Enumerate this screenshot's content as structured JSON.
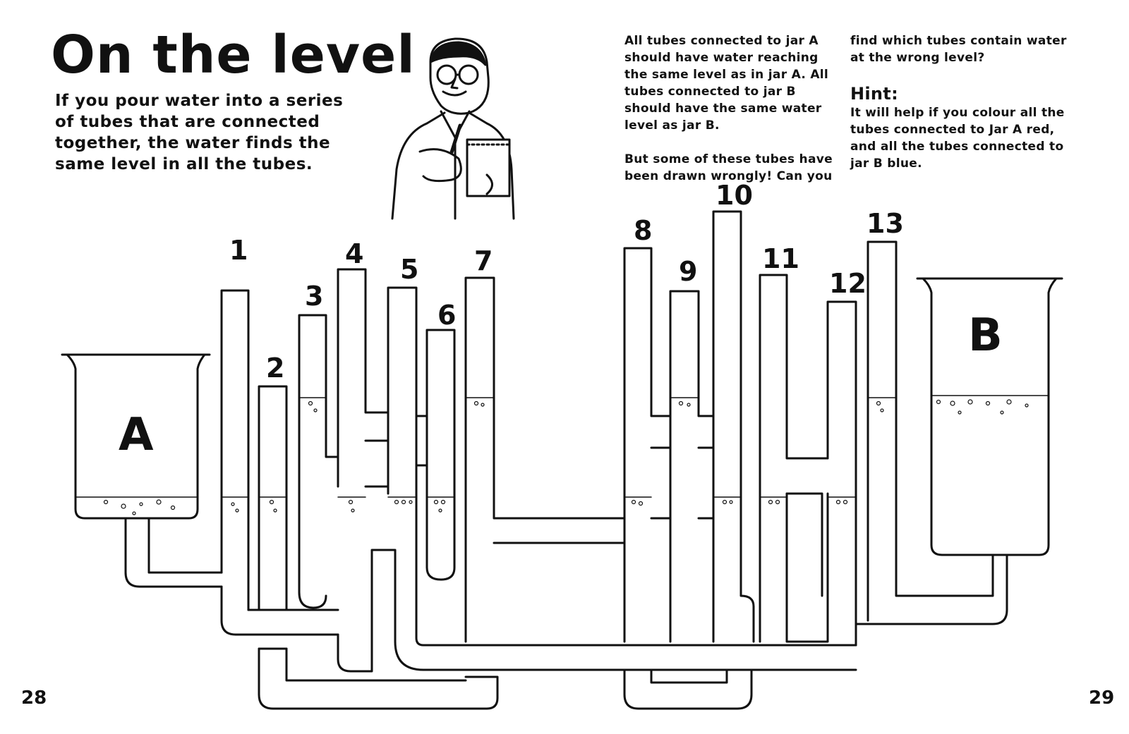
{
  "title": "On the level",
  "intro": "If you pour water into a series of tubes that are connected together, the water finds the same level in all the tubes.",
  "instructions": {
    "para1": "All tubes connected to jar A should have water reaching the same level as in jar A. All tubes connected to jar B should have the same water level as jar B.",
    "para2": "But some of these tubes have been drawn wrongly! Can you",
    "para3": "find which tubes contain water at the wrong level?",
    "hint_heading": "Hint:",
    "hint_text": "It will help if you colour all the tubes connected to Jar A red, and all the tubes connected to jar B blue."
  },
  "jars": {
    "a_label": "A",
    "b_label": "B"
  },
  "tubes": [
    {
      "label": "1"
    },
    {
      "label": "2"
    },
    {
      "label": "3"
    },
    {
      "label": "4"
    },
    {
      "label": "5"
    },
    {
      "label": "6"
    },
    {
      "label": "7"
    },
    {
      "label": "8"
    },
    {
      "label": "9"
    },
    {
      "label": "10"
    },
    {
      "label": "11"
    },
    {
      "label": "12"
    },
    {
      "label": "13"
    }
  ],
  "page_numbers": {
    "left": "28",
    "right": "29"
  },
  "illustration": "scientist-with-notepad"
}
